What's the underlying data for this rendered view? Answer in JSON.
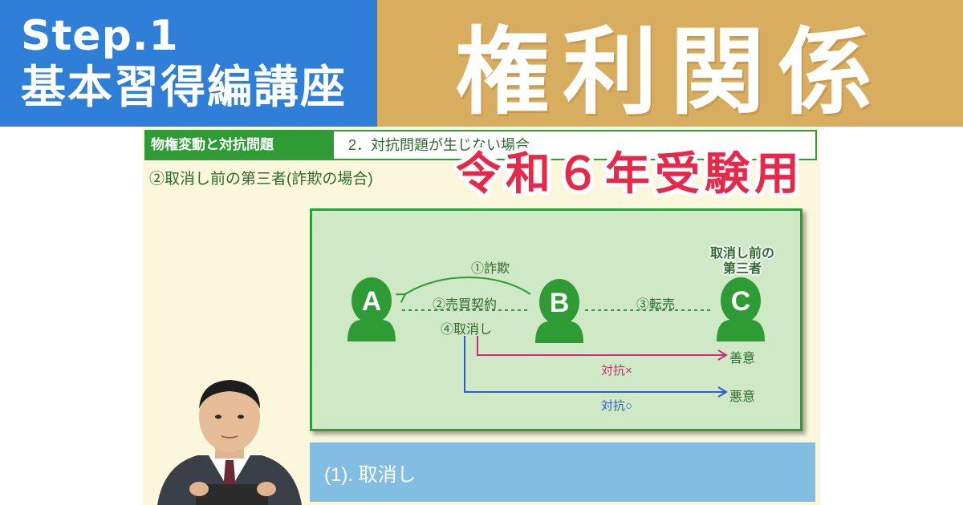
{
  "banner": {
    "step": "Step.1",
    "course": "基本習得編講座",
    "main_title": "権利関係",
    "year_stamp": "令和６年受験用",
    "colors": {
      "left_bg": "#2f7fd8",
      "right_bg": "#d9ad60",
      "stamp": "#e6284a"
    }
  },
  "slide": {
    "topic": "物権変動と対抗問題",
    "section": "2．対抗問題が生じない場合",
    "subtitle": "②取消し前の第三者(詐欺の場合)",
    "diagram": {
      "persons": [
        "A",
        "B",
        "C"
      ],
      "third_party_label_line1": "取消し前の",
      "third_party_label_line2": "第三者",
      "fraud": "①詐欺",
      "sale": "②売買契約",
      "resale": "③転売",
      "cancel": "④取消し",
      "good_faith": "善意",
      "bad_faith": "悪意",
      "contest_no": "対抗×",
      "contest_yes": "対抗○",
      "colors": {
        "person": "#2e9b35",
        "good_arrow": "#d02b78",
        "bad_arrow": "#2b5fd0"
      }
    },
    "blue_box": "(1). 取消し"
  },
  "presenter": {
    "icon": "presenter-video"
  }
}
